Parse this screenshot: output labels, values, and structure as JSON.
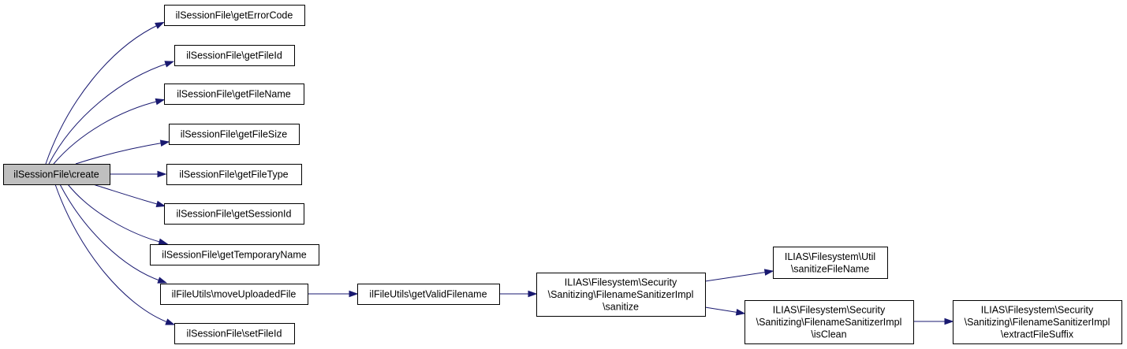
{
  "diagram": {
    "nodes": [
      {
        "id": "create",
        "lines": [
          "ilSessionFile\\create"
        ],
        "root": true
      },
      {
        "id": "getErrorCode",
        "lines": [
          "ilSessionFile\\getErrorCode"
        ]
      },
      {
        "id": "getFileId",
        "lines": [
          "ilSessionFile\\getFileId"
        ]
      },
      {
        "id": "getFileName",
        "lines": [
          "ilSessionFile\\getFileName"
        ]
      },
      {
        "id": "getFileSize",
        "lines": [
          "ilSessionFile\\getFileSize"
        ]
      },
      {
        "id": "getFileType",
        "lines": [
          "ilSessionFile\\getFileType"
        ]
      },
      {
        "id": "getSessionId",
        "lines": [
          "ilSessionFile\\getSessionId"
        ]
      },
      {
        "id": "getTemporaryName",
        "lines": [
          "ilSessionFile\\getTemporaryName"
        ]
      },
      {
        "id": "moveUploadedFile",
        "lines": [
          "ilFileUtils\\moveUploadedFile"
        ]
      },
      {
        "id": "setFileId",
        "lines": [
          "ilSessionFile\\setFileId"
        ]
      },
      {
        "id": "getValidFilename",
        "lines": [
          "ilFileUtils\\getValidFilename"
        ]
      },
      {
        "id": "sanitize",
        "lines": [
          "ILIAS\\Filesystem\\Security",
          "\\Sanitizing\\FilenameSanitizerImpl",
          "\\sanitize"
        ]
      },
      {
        "id": "sanitizeFileName",
        "lines": [
          "ILIAS\\Filesystem\\Util",
          "\\sanitizeFileName"
        ]
      },
      {
        "id": "isClean",
        "lines": [
          "ILIAS\\Filesystem\\Security",
          "\\Sanitizing\\FilenameSanitizerImpl",
          "\\isClean"
        ]
      },
      {
        "id": "extractFileSuffix",
        "lines": [
          "ILIAS\\Filesystem\\Security",
          "\\Sanitizing\\FilenameSanitizerImpl",
          "\\extractFileSuffix"
        ]
      }
    ],
    "edges": [
      {
        "from": "create",
        "to": "getErrorCode"
      },
      {
        "from": "create",
        "to": "getFileId"
      },
      {
        "from": "create",
        "to": "getFileName"
      },
      {
        "from": "create",
        "to": "getFileSize"
      },
      {
        "from": "create",
        "to": "getFileType"
      },
      {
        "from": "create",
        "to": "getSessionId"
      },
      {
        "from": "create",
        "to": "getTemporaryName"
      },
      {
        "from": "create",
        "to": "moveUploadedFile"
      },
      {
        "from": "create",
        "to": "setFileId"
      },
      {
        "from": "moveUploadedFile",
        "to": "getValidFilename"
      },
      {
        "from": "getValidFilename",
        "to": "sanitize"
      },
      {
        "from": "sanitize",
        "to": "sanitizeFileName"
      },
      {
        "from": "sanitize",
        "to": "isClean"
      },
      {
        "from": "isClean",
        "to": "extractFileSuffix"
      }
    ],
    "colors": {
      "edge": "#191970",
      "root_fill": "#bfbfbf",
      "node_fill": "#ffffff",
      "border": "#000000"
    }
  }
}
